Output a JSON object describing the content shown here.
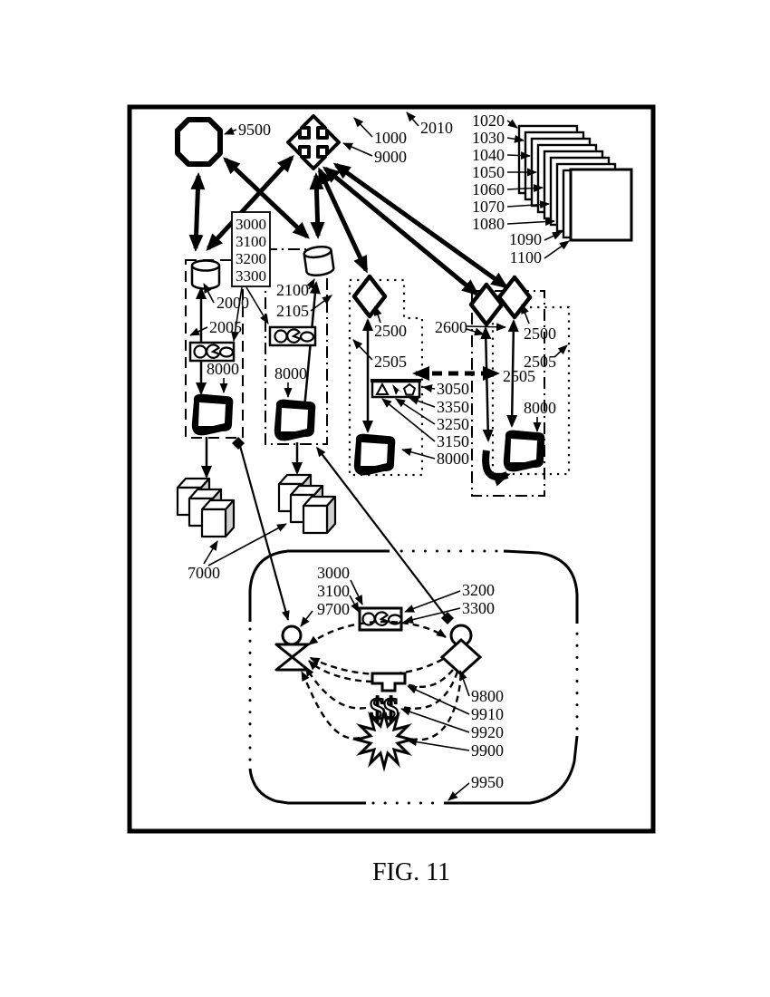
{
  "figure": {
    "caption": "FIG. 11"
  },
  "labels": {
    "9500": "9500",
    "1000": "1000",
    "9000": "9000",
    "2010": "2010",
    "1020": "1020",
    "1030": "1030",
    "1040": "1040",
    "1050": "1050",
    "1060": "1060",
    "1070": "1070",
    "1080": "1080",
    "1090": "1090",
    "1100": "1100",
    "3000": "3000",
    "3100": "3100",
    "3200": "3200",
    "3300": "3300",
    "2000": "2000",
    "2005": "2005",
    "2100": "2100",
    "2105": "2105",
    "8000": "8000",
    "2500": "2500",
    "2505": "2505",
    "2600": "2600",
    "3050": "3050",
    "3350": "3350",
    "3250": "3250",
    "3150": "3150",
    "7000": "7000",
    "9700": "9700",
    "9800": "9800",
    "9910": "9910",
    "9920": "9920",
    "9900": "9900",
    "9950": "9950",
    "money": "$$"
  }
}
